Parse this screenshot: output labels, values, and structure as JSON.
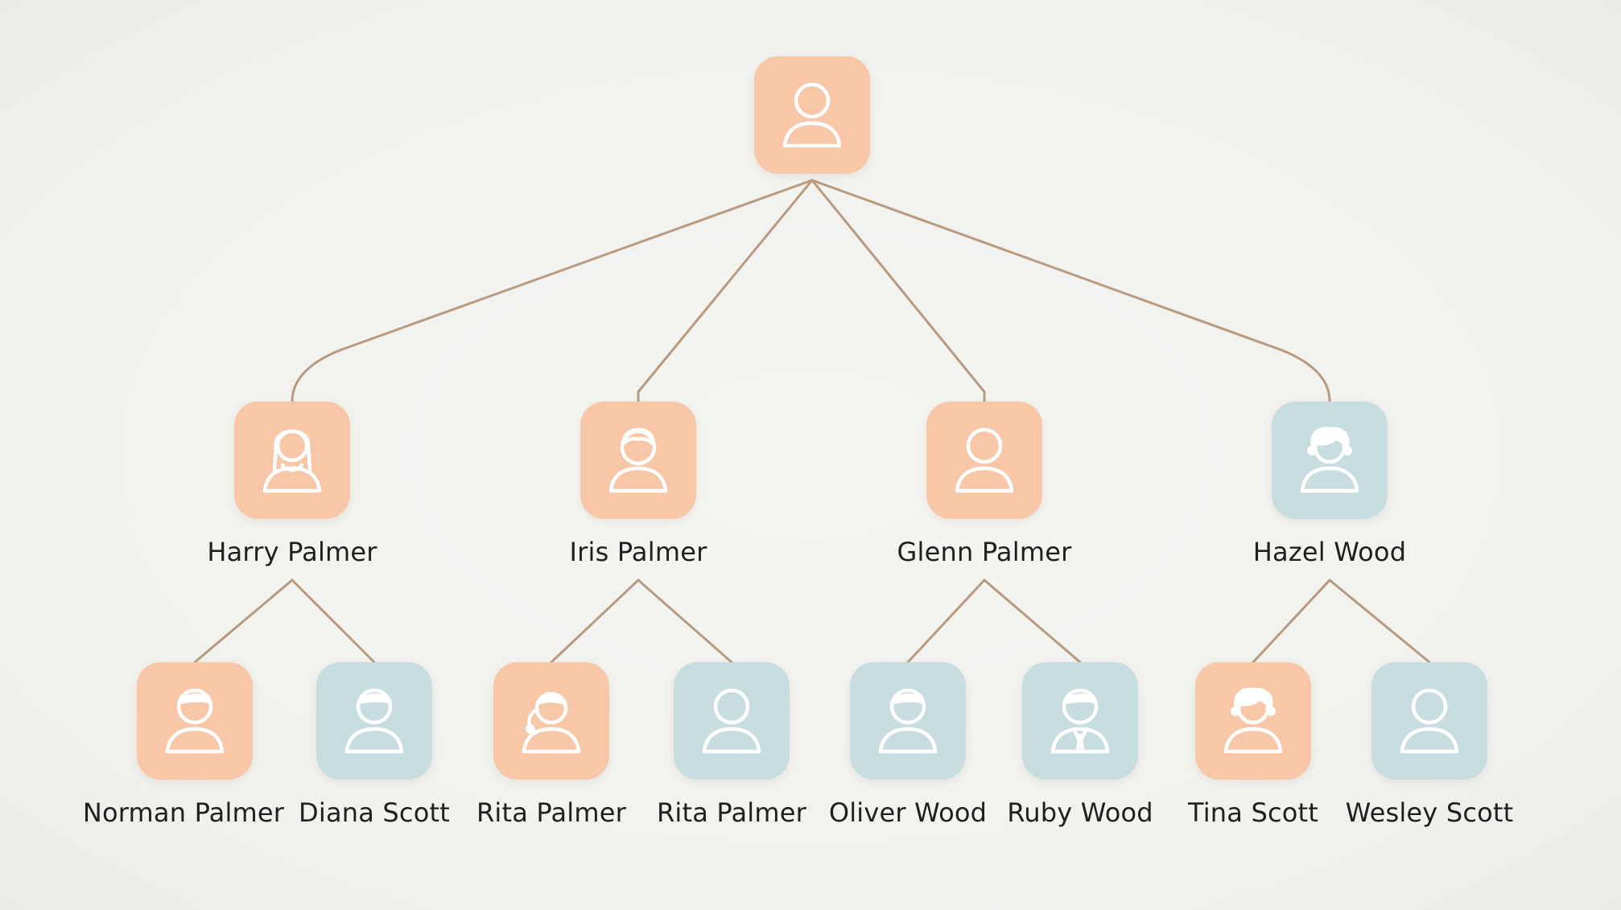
{
  "colors": {
    "edge": "#b89a80",
    "peach": "#f7c7a8",
    "blue": "#c8dddf",
    "icon_stroke": "#ffffff"
  },
  "root": {
    "name": "",
    "color": "peach",
    "icon": "person-icon"
  },
  "generation2": [
    {
      "name": "Harry Palmer",
      "color": "peach",
      "icon": "woman-long-hair-icon"
    },
    {
      "name": "Iris Palmer",
      "color": "peach",
      "icon": "man-short-hair-icon"
    },
    {
      "name": "Glenn Palmer",
      "color": "peach",
      "icon": "person-icon"
    },
    {
      "name": "Hazel Wood",
      "color": "blue",
      "icon": "woman-curly-hair-icon"
    }
  ],
  "generation3": [
    {
      "name": "Norman Palmer",
      "color": "peach",
      "icon": "man-hair-icon",
      "parent": 0
    },
    {
      "name": "Diana Scott",
      "color": "blue",
      "icon": "man-hair-icon",
      "parent": 0
    },
    {
      "name": "Rita Palmer",
      "color": "peach",
      "icon": "girl-ponytail-icon",
      "parent": 1
    },
    {
      "name": "Rita Palmer",
      "color": "blue",
      "icon": "person-icon",
      "parent": 1
    },
    {
      "name": "Oliver Wood",
      "color": "blue",
      "icon": "man-hair-icon",
      "parent": 2
    },
    {
      "name": "Ruby Wood",
      "color": "blue",
      "icon": "man-suit-icon",
      "parent": 2
    },
    {
      "name": "Tina Scott",
      "color": "peach",
      "icon": "woman-curly-hair-icon",
      "parent": 3
    },
    {
      "name": "Wesley Scott",
      "color": "blue",
      "icon": "person-icon",
      "parent": 3
    }
  ]
}
